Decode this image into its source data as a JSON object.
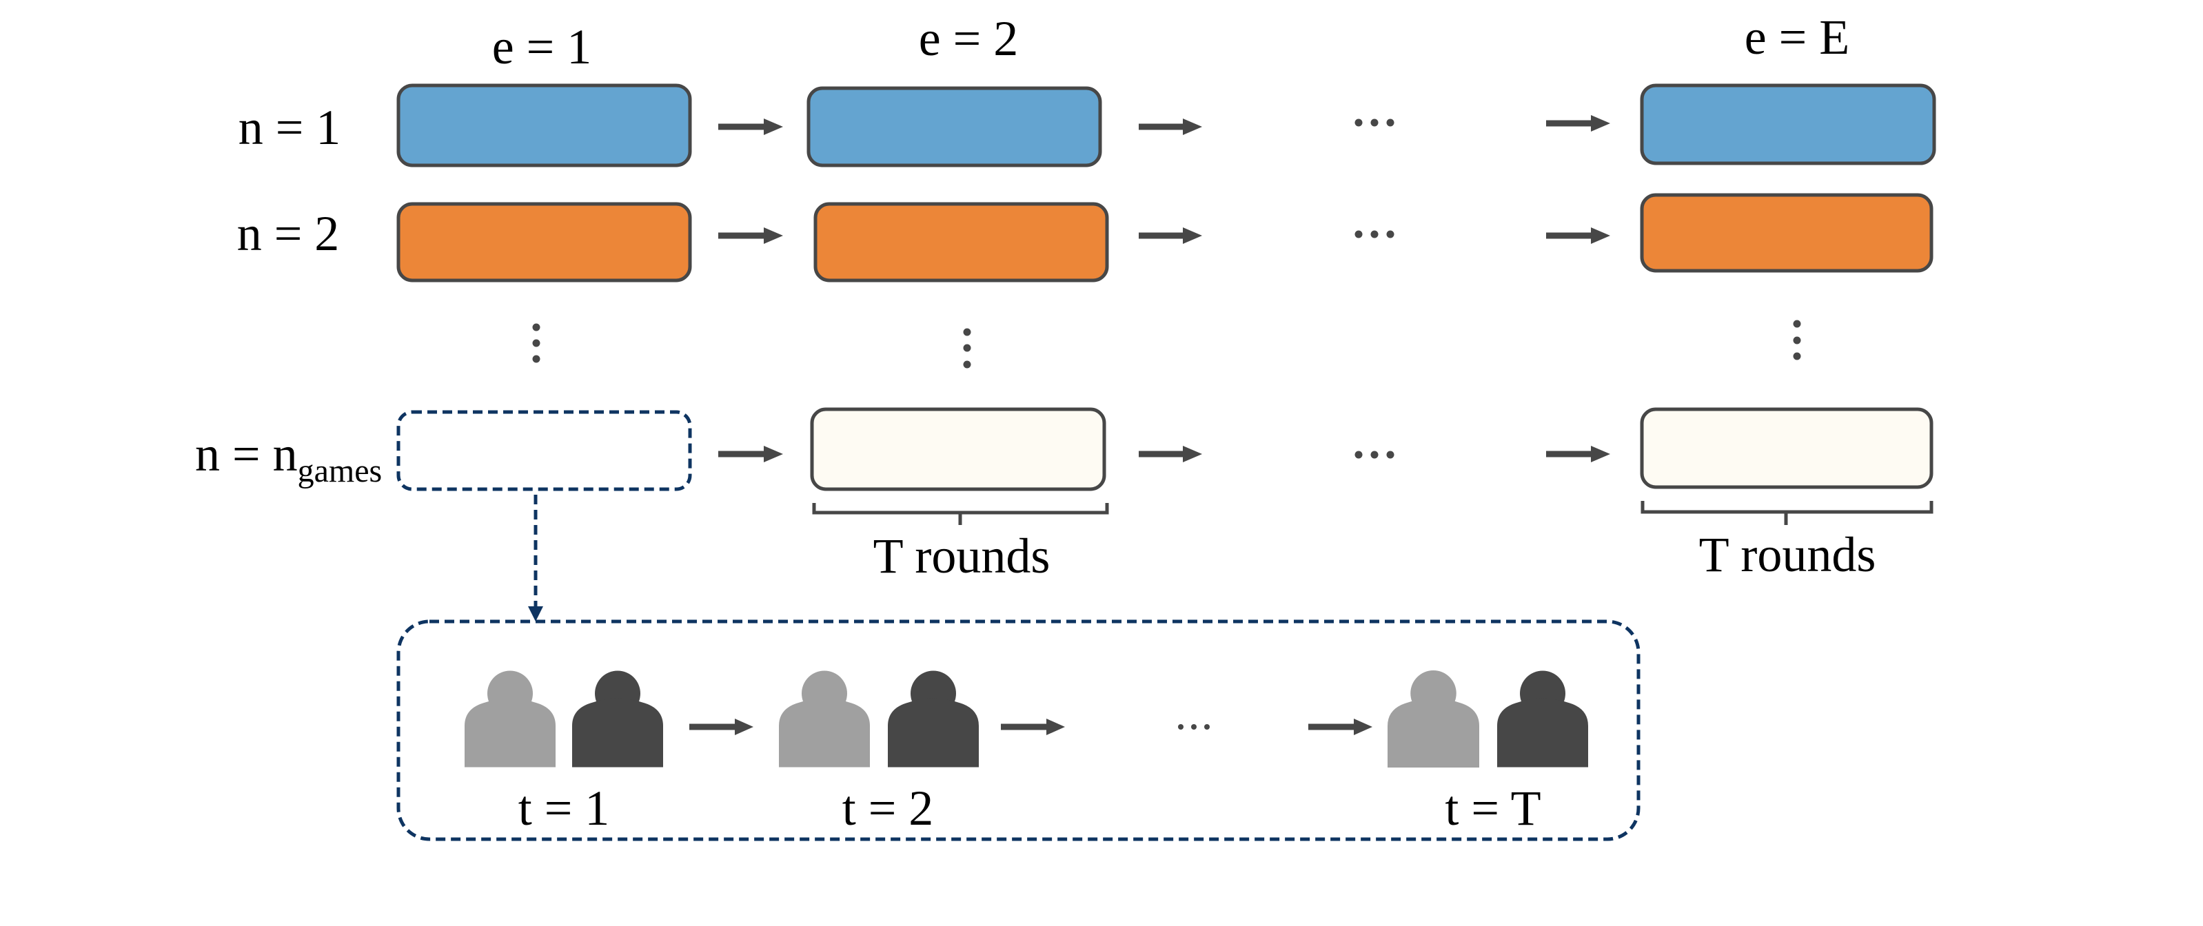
{
  "colors": {
    "game_1": "#64a4d0",
    "game_2": "#ec8638",
    "game_last": "#fefbf3",
    "stroke": "#474747",
    "dashed_accent": "#0e3461",
    "player_a": "#a0a0a0",
    "player_b": "#474747",
    "panel_bg": "#fefbf3"
  },
  "epochs": {
    "e1": "e = 1",
    "e2": "e = 2",
    "eE": "e = E"
  },
  "games": {
    "n1": "n = 1",
    "n2": "n = 2",
    "nlast_main": "n = n",
    "nlast_sub": "games"
  },
  "ellipsis_h": "•••",
  "brackets": {
    "e2": "T rounds",
    "eE": "T rounds"
  },
  "rounds": {
    "t1": "t = 1",
    "t2": "t = 2",
    "tT": "t = T"
  },
  "icons": {
    "player_a": "person-icon",
    "player_b": "person-icon",
    "arrow": "arrow-right-icon",
    "expand": "dashed-arrow-down-icon"
  }
}
